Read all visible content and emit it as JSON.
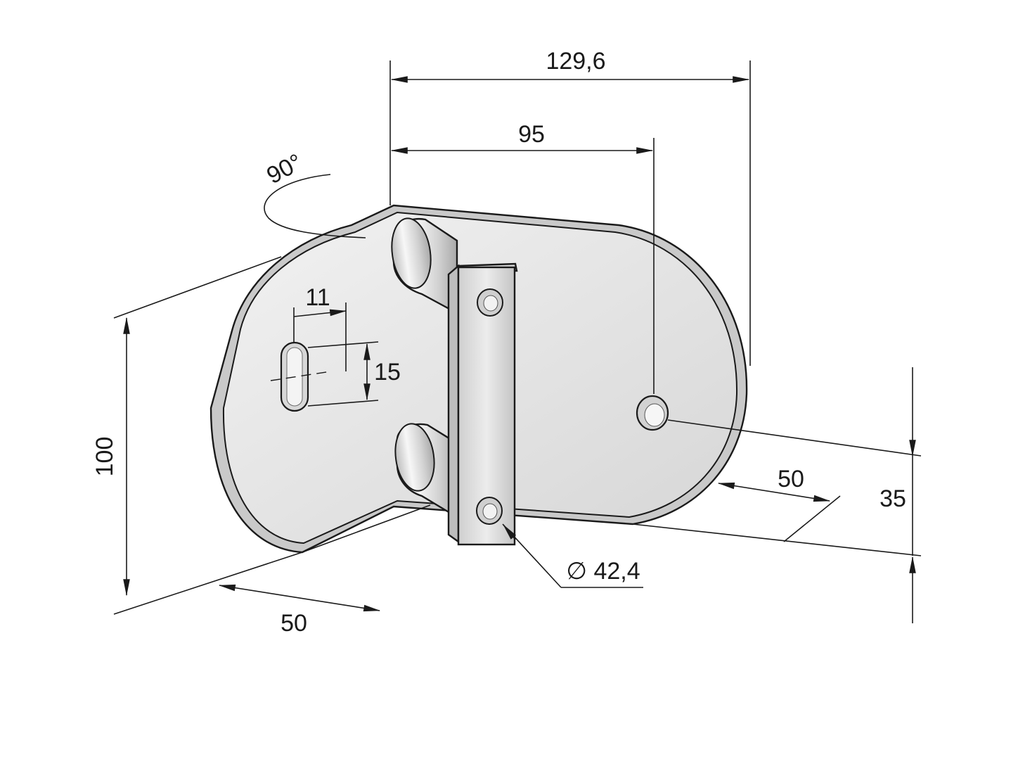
{
  "drawing": {
    "angle_label": "90°",
    "dim_total_width": "129,6",
    "dim_hole_offset": "95",
    "dim_slot_width": "11",
    "dim_slot_length": "15",
    "dim_height": "100",
    "dim_depth_left": "50",
    "dim_depth_right": "50",
    "dim_hole_height": "35",
    "dim_diameter": "∅ 42,4"
  },
  "colors": {
    "line": "#1a1a1a",
    "plate": "#e6e6e6",
    "plate_edge": "#c8c8c8",
    "pin": "#dcdcdc"
  }
}
